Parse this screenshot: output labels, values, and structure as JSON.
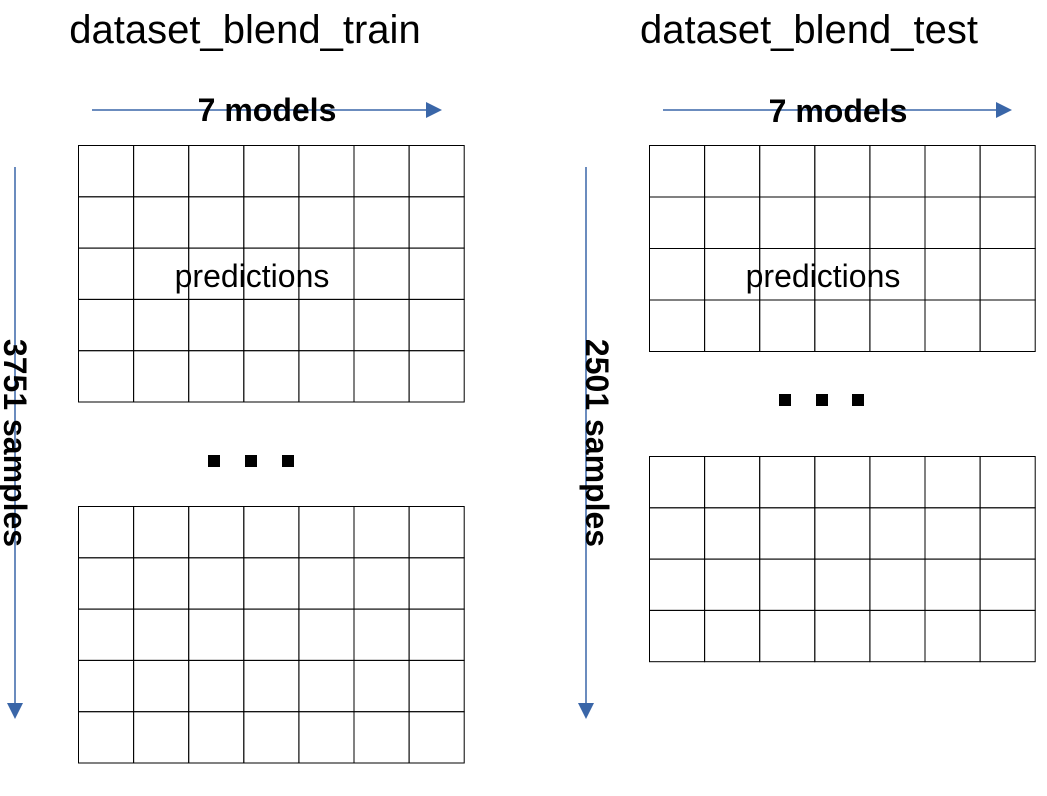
{
  "panels": [
    {
      "title": "dataset_blend_train",
      "columns_label": "7 models",
      "rows_label": "3751 samples",
      "cell_label": "predictions",
      "ellipsis": "...",
      "columns": 7,
      "top_block_rows": 5,
      "bottom_block_rows": 5
    },
    {
      "title": "dataset_blend_test",
      "columns_label": "7 models",
      "rows_label": "2501 samples",
      "cell_label": "predictions",
      "ellipsis": "...",
      "columns": 7,
      "top_block_rows": 4,
      "bottom_block_rows": 4
    }
  ],
  "colors": {
    "arrow": "#3a66a8",
    "grid": "#000000"
  }
}
